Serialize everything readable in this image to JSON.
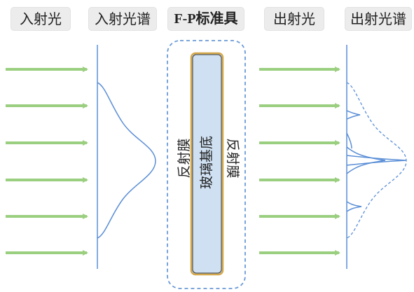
{
  "headers": {
    "incident_light": "入射光",
    "incident_spectrum": "入射光谱",
    "fp_etalon": "F-P标准具",
    "output_light": "出射光",
    "output_spectrum": "出射光谱"
  },
  "etalon": {
    "left_film": "反射膜",
    "substrate": "玻璃基底",
    "right_film": "反射膜"
  },
  "colors": {
    "arrow": "#9bcf80",
    "spectrum_line": "#5b8fd6",
    "dashed_box": "#6a9ad6",
    "substrate_fill": "#cfe0f2",
    "substrate_border": "#d4a84a",
    "label_bg": "#ececec"
  }
}
